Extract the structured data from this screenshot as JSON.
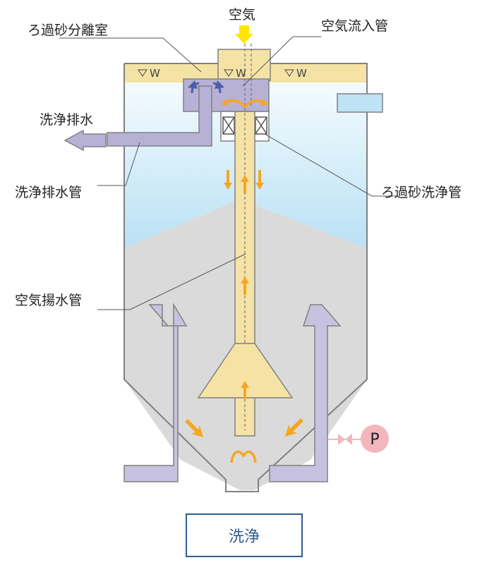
{
  "labels": {
    "separation_chamber": "ろ過砂分離室",
    "air": "空気",
    "air_inlet_pipe": "空気流入管",
    "wash_drain": "洗浄排水",
    "wash_drain_pipe": "洗浄排水管",
    "sand_wash_pipe": "ろ過砂洗浄管",
    "airlift_pipe": "空気揚水管",
    "pump": "P",
    "water_level": "W"
  },
  "mode": "洗浄",
  "colors": {
    "water": "#bde3f5",
    "sand": "#dadada",
    "wall": "#808080",
    "frame": "#f5e3a6",
    "pipe": "#b7b1d6",
    "flow_arrow": "#f6a623",
    "air_arrow": "#ffe600",
    "pump": "#f2b6bc",
    "accent": "#2f5d8f"
  }
}
